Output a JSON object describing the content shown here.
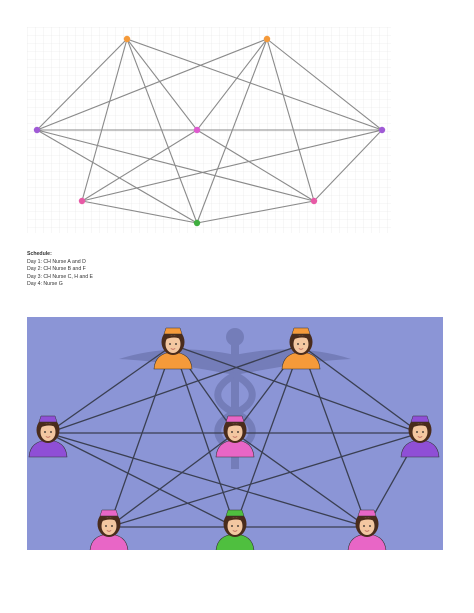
{
  "top_graph": {
    "nodes": [
      {
        "id": "n1",
        "color": "#f59a3a"
      },
      {
        "id": "n2",
        "color": "#f59a3a"
      },
      {
        "id": "n3",
        "color": "#a05bd6"
      },
      {
        "id": "n4",
        "color": "#e05bd0"
      },
      {
        "id": "n5",
        "color": "#a05bd6"
      },
      {
        "id": "n6",
        "color": "#e75aa6"
      },
      {
        "id": "n7",
        "color": "#3fae3f"
      },
      {
        "id": "n8",
        "color": "#e75aa6"
      }
    ],
    "edges": [
      [
        "n1",
        "n3"
      ],
      [
        "n1",
        "n4"
      ],
      [
        "n1",
        "n7"
      ],
      [
        "n1",
        "n6"
      ],
      [
        "n1",
        "n5"
      ],
      [
        "n2",
        "n4"
      ],
      [
        "n2",
        "n5"
      ],
      [
        "n2",
        "n7"
      ],
      [
        "n2",
        "n3"
      ],
      [
        "n2",
        "n8"
      ],
      [
        "n3",
        "n5"
      ],
      [
        "n3",
        "n7"
      ],
      [
        "n3",
        "n8"
      ],
      [
        "n4",
        "n6"
      ],
      [
        "n4",
        "n8"
      ],
      [
        "n5",
        "n6"
      ],
      [
        "n5",
        "n8"
      ],
      [
        "n6",
        "n7"
      ],
      [
        "n7",
        "n8"
      ]
    ]
  },
  "schedule": {
    "title": "Schedule:",
    "lines": [
      "Day 1: CH Nurse A and D",
      "Day 2: CH Nurse B and F",
      "Day 3: CH Nurse C, H and E",
      "Day 4: Nurse G"
    ]
  },
  "bottom_panel": {
    "background": "#8b95d6",
    "nurses": [
      {
        "id": "p1",
        "uniform": "#f59a3a"
      },
      {
        "id": "p2",
        "uniform": "#f59a3a"
      },
      {
        "id": "p3",
        "uniform": "#8f4fd6"
      },
      {
        "id": "p4",
        "uniform": "#e866c6"
      },
      {
        "id": "p5",
        "uniform": "#8f4fd6"
      },
      {
        "id": "p6",
        "uniform": "#e866c6"
      },
      {
        "id": "p7",
        "uniform": "#4fbf3f"
      },
      {
        "id": "p8",
        "uniform": "#e866c6"
      }
    ],
    "edges": [
      [
        "p1",
        "p3"
      ],
      [
        "p1",
        "p4"
      ],
      [
        "p1",
        "p7"
      ],
      [
        "p1",
        "p6"
      ],
      [
        "p1",
        "p5"
      ],
      [
        "p2",
        "p4"
      ],
      [
        "p2",
        "p5"
      ],
      [
        "p2",
        "p7"
      ],
      [
        "p2",
        "p3"
      ],
      [
        "p2",
        "p8"
      ],
      [
        "p3",
        "p5"
      ],
      [
        "p3",
        "p7"
      ],
      [
        "p3",
        "p8"
      ],
      [
        "p4",
        "p6"
      ],
      [
        "p4",
        "p8"
      ],
      [
        "p5",
        "p6"
      ],
      [
        "p5",
        "p8"
      ],
      [
        "p6",
        "p7"
      ],
      [
        "p7",
        "p8"
      ]
    ]
  }
}
